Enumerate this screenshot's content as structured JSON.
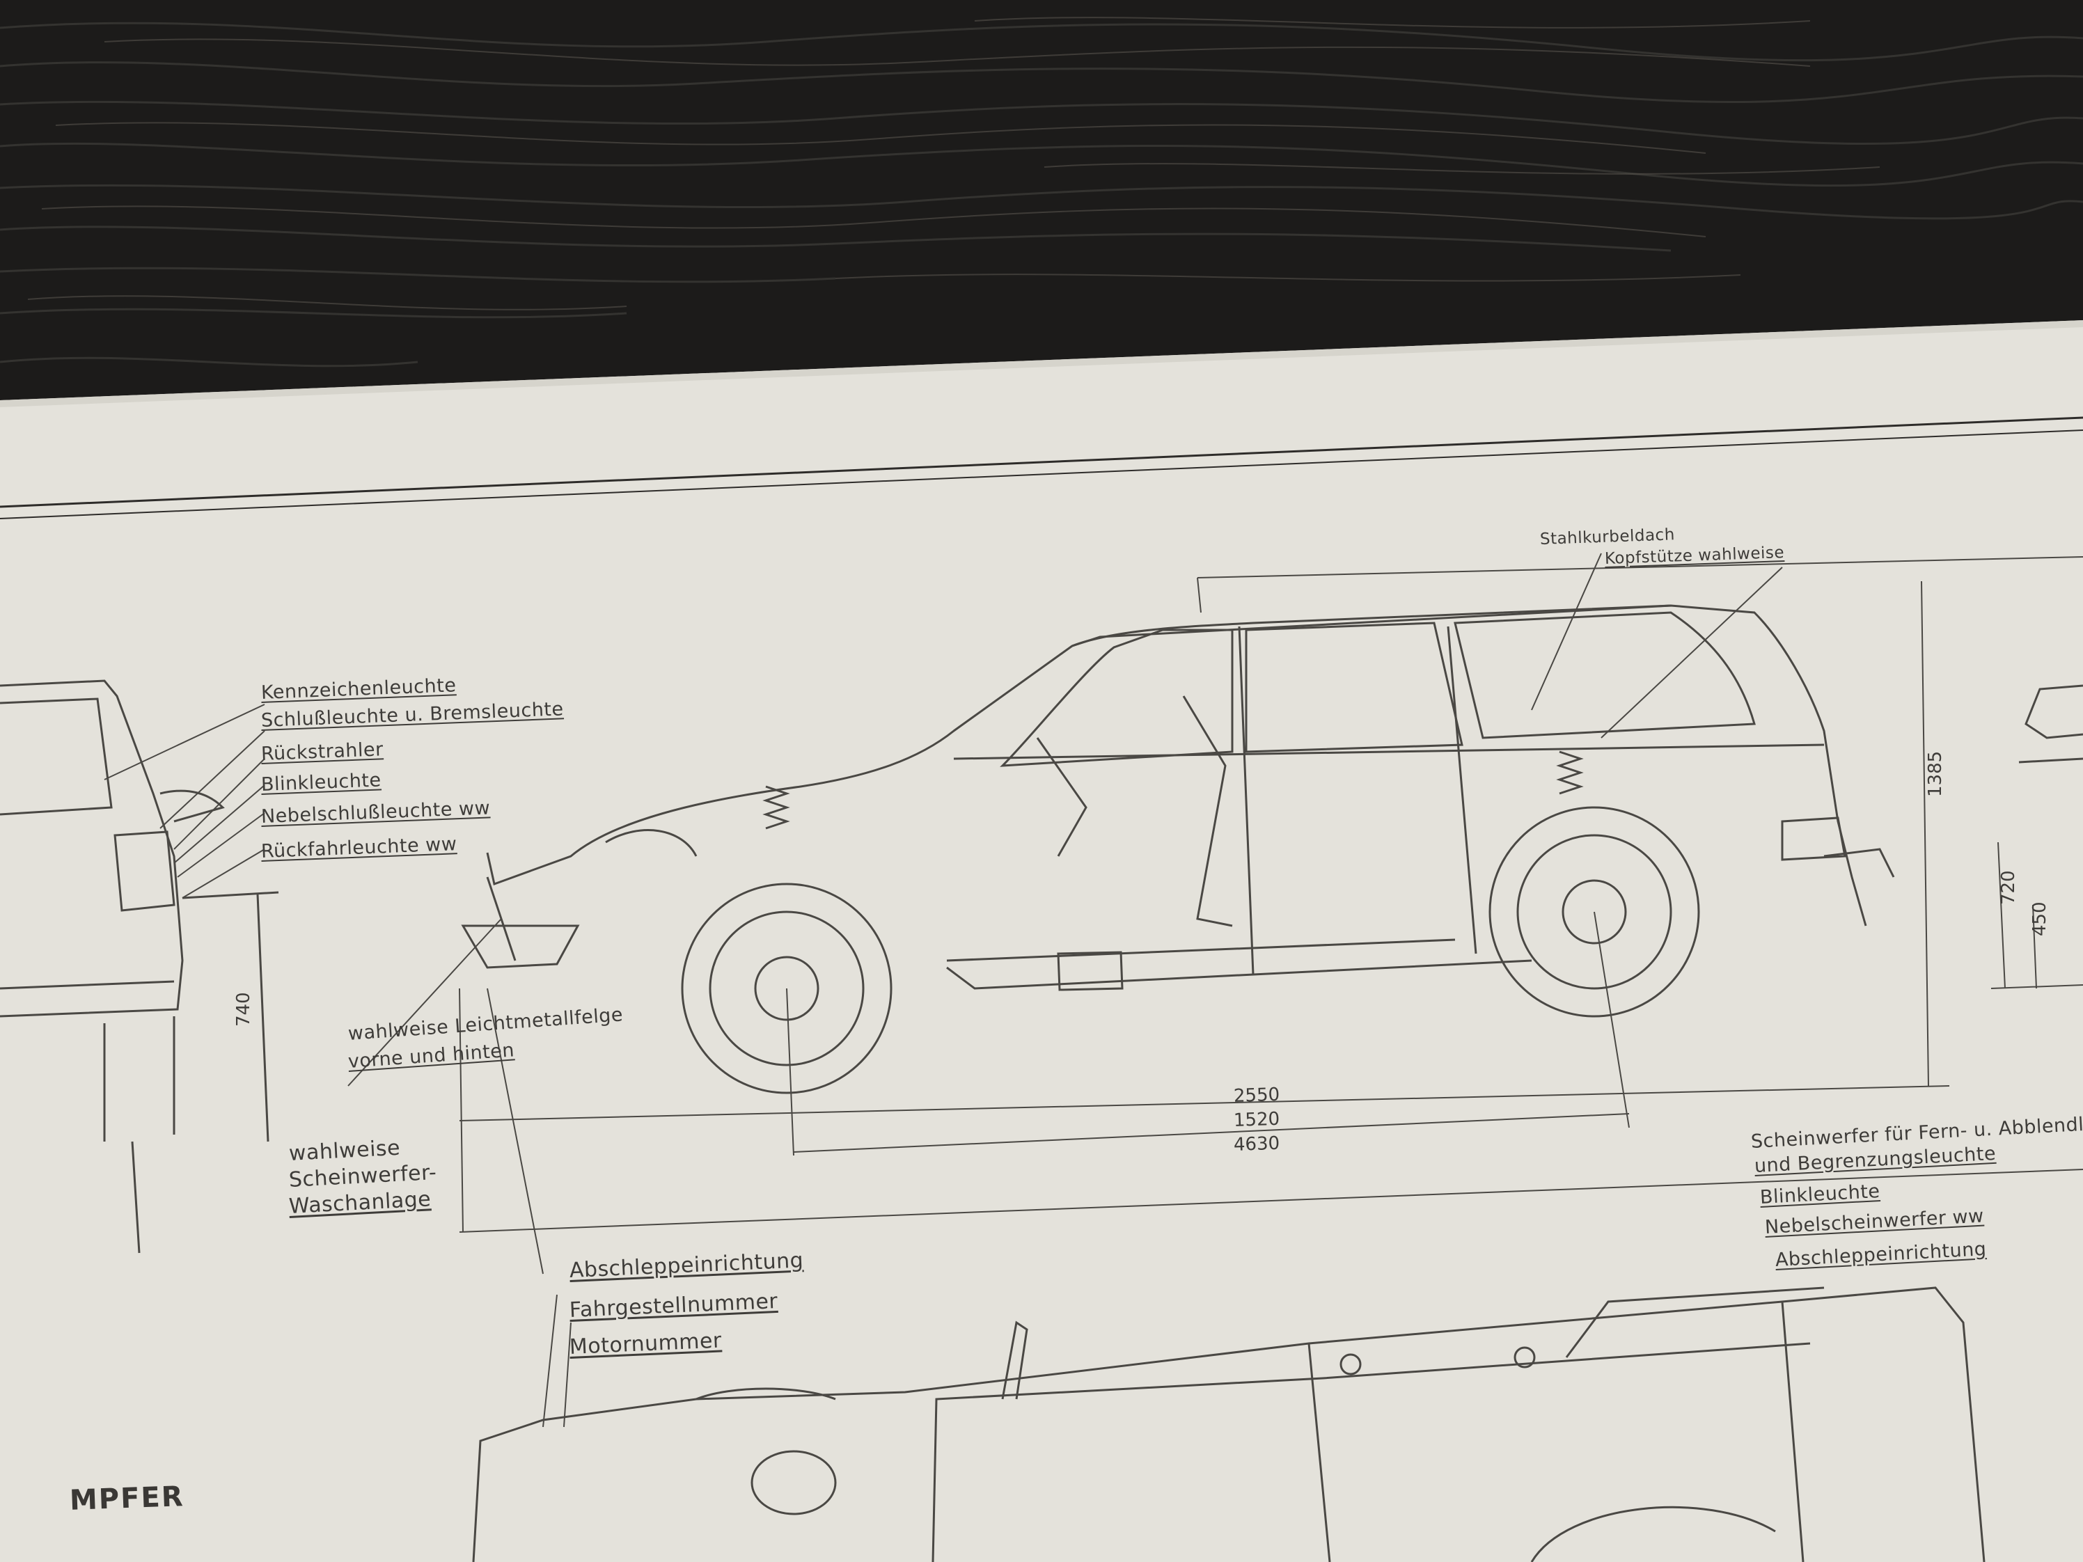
{
  "colors": {
    "wood": "#1c1b1a",
    "paper": "#e4e2db",
    "ink": "#3e3c39"
  },
  "rear_callouts": [
    "Kennzeichenleuchte",
    "Schlußleuchte u. Bremsleuchte",
    "Rückstrahler",
    "Blinkleuchte",
    "Nebelschlußleuchte ww",
    "Rückfahrleuchte ww"
  ],
  "roof_callouts": [
    "Stahlkurbeldach",
    "Kopfstütze wahlweise"
  ],
  "wheel_note": [
    "wahlweise Leichtmetallfelge",
    "vorne und hinten"
  ],
  "washer_note": [
    "wahlweise",
    "Scheinwerfer-",
    "Waschanlage"
  ],
  "front_callouts": [
    "Scheinwerfer für Fern- u. Abblendlicht",
    "und Begrenzungsleuchte",
    "Blinkleuchte",
    "Nebelscheinwerfer ww",
    "Abschleppeinrichtung"
  ],
  "plan_callouts": [
    "Abschleppeinrichtung",
    "Fahrgestellnummer",
    "Motornummer"
  ],
  "dimensions": {
    "wheelbase": "2550",
    "track": "1520",
    "overall_length": "4630",
    "height": "1385",
    "rear_height": "740",
    "sill_height": "720",
    "bumper_height": "450"
  },
  "maker_fragment": "MPFER"
}
